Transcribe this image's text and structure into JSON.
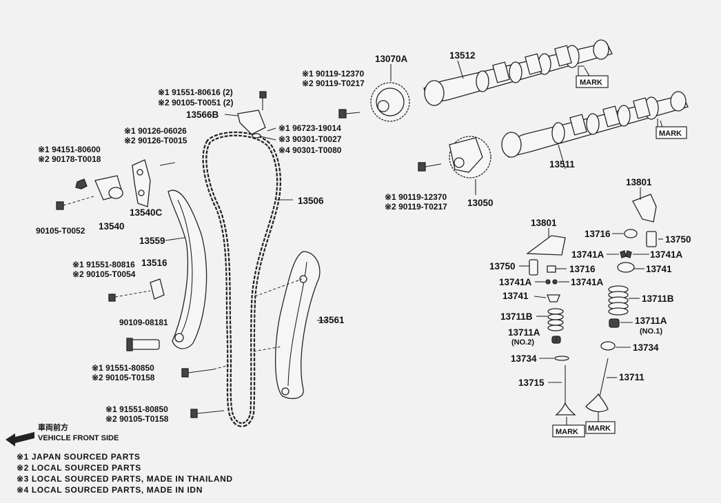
{
  "labels": {
    "p13070a": "13070A",
    "p13512": "13512",
    "mark1": "MARK",
    "mark2": "MARK",
    "mark3": "MARK",
    "mark4": "MARK",
    "bolt_a1": "※1 90119-12370",
    "bolt_a2": "※2 90119-T0217",
    "p13566b_bolt1": "※1 91551-80616 (2)",
    "p13566b_bolt2": "※2 90105-T0051 (2)",
    "p13566b": "13566B",
    "seal1": "※1 96723-19014",
    "seal3": "※3 90301-T0027",
    "seal4": "※4 90301-T0080",
    "stud1": "※1 90126-06026",
    "stud2": "※2 90126-T0015",
    "nut1": "※1 94151-80600",
    "nut2": "※2 90178-T0018",
    "p13540c": "13540C",
    "p90105_t0052": "90105-T0052",
    "p13540": "13540",
    "p13506": "13506",
    "p13559": "13559",
    "p13516_b1": "※1 91551-80816",
    "p13516_b2": "※2 90105-T0054",
    "p13516": "13516",
    "p13561": "13561",
    "p90109": "90109-08181",
    "bolt_b1": "※1 91551-80850",
    "bolt_b2": "※2 90105-T0158",
    "bolt_c1": "※1 91551-80850",
    "bolt_c2": "※2 90105-T0158",
    "p13511": "13511",
    "bolt_d1": "※1 90119-12370",
    "bolt_d2": "※2 90119-T0217",
    "p13050": "13050",
    "p13801_a": "13801",
    "p13801_b": "13801",
    "p13716_a": "13716",
    "p13750_a": "13750",
    "p13741a_a": "13741A",
    "p13741a_b": "13741A",
    "p13741_a": "13741",
    "p13750_b": "13750",
    "p13716_b": "13716",
    "p13741a_c": "13741A",
    "p13741a_d": "13741A",
    "p13711b_a": "13711B",
    "p13741_b": "13741",
    "p13711a_a": "13711A",
    "no1": "(NO.1)",
    "p13711b_b": "13711B",
    "p13711a_b": "13711A",
    "no2": "(NO.2)",
    "p13734_a": "13734",
    "p13734_b": "13734",
    "p13715": "13715",
    "p13711": "13711"
  },
  "legend": {
    "vehicle_jp": "車両前方",
    "vehicle_front": "VEHICLE FRONT SIDE",
    "note1": "※1 JAPAN SOURCED PARTS",
    "note2": "※2 LOCAL SOURCED PARTS",
    "note3": "※3 LOCAL SOURCED PARTS, MADE IN THAILAND",
    "note4": "※4 LOCAL SOURCED PARTS, MADE IN IDN"
  }
}
